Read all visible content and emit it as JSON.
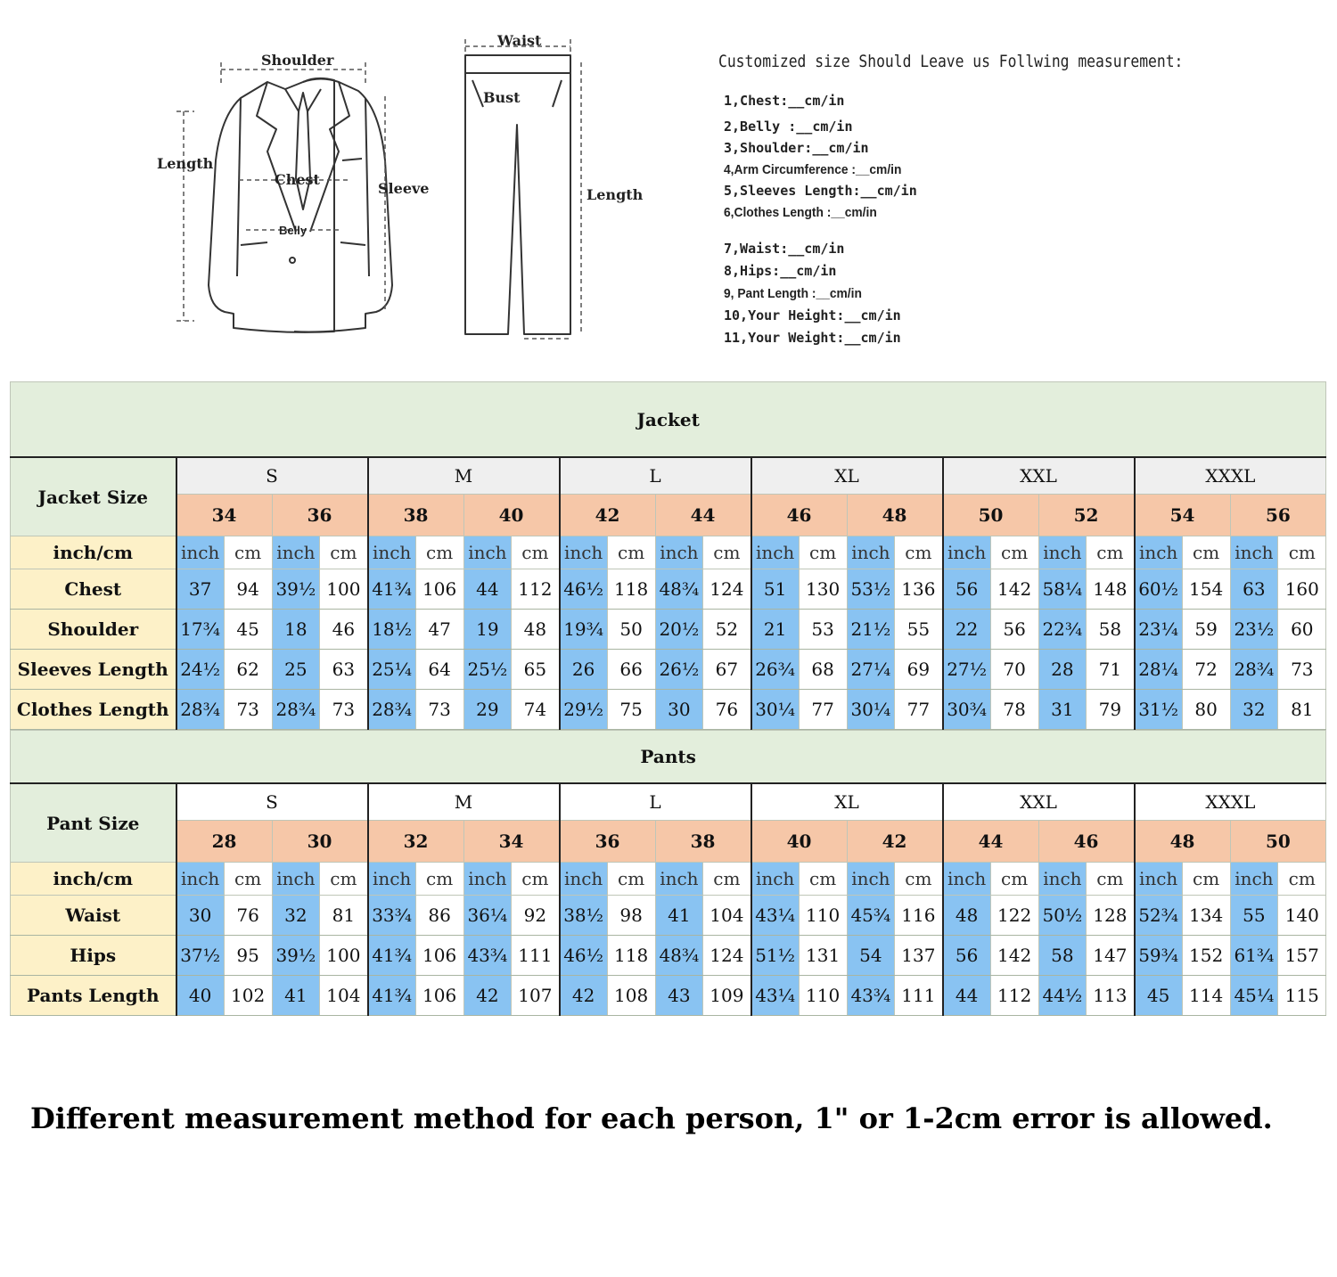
{
  "diagram": {
    "jacket_labels": {
      "shoulder": "Shoulder",
      "length": "Length",
      "sleeve": "Sleeve",
      "chest": "Chest",
      "belly": "Belly"
    },
    "pants_labels": {
      "waist": "Waist",
      "bust": "Bust",
      "length": "Length"
    }
  },
  "custom": {
    "heading": "Customized size Should Leave us Follwing measurement:",
    "items": [
      "1,Chest:__cm/in",
      "2,Belly :__cm/in",
      "3,Shoulder:__cm/in",
      "4,Arm Circumference :__cm/in",
      "5,Sleeves Length:__cm/in",
      "6,Clothes Length :__cm/in",
      "7,Waist:__cm/in",
      "8,Hips:__cm/in",
      "9, Pant Length :__cm/in",
      "10,Your Height:__cm/in",
      "11,Your Weight:__cm/in"
    ]
  },
  "jacket": {
    "title": "Jacket",
    "size_label": "Jacket Size",
    "groups": [
      "S",
      "M",
      "L",
      "XL",
      "XXL",
      "XXXL"
    ],
    "sizes": [
      "34",
      "36",
      "38",
      "40",
      "42",
      "44",
      "46",
      "48",
      "50",
      "52",
      "54",
      "56"
    ],
    "unit_label": "inch/cm",
    "unit_inch": "inch",
    "unit_cm": "cm",
    "rows": [
      {
        "label": "Chest",
        "values": [
          "37",
          "94",
          "39½",
          "100",
          "41¾",
          "106",
          "44",
          "112",
          "46½",
          "118",
          "48¾",
          "124",
          "51",
          "130",
          "53½",
          "136",
          "56",
          "142",
          "58¼",
          "148",
          "60½",
          "154",
          "63",
          "160"
        ]
      },
      {
        "label": "Shoulder",
        "values": [
          "17¾",
          "45",
          "18",
          "46",
          "18½",
          "47",
          "19",
          "48",
          "19¾",
          "50",
          "20½",
          "52",
          "21",
          "53",
          "21½",
          "55",
          "22",
          "56",
          "22¾",
          "58",
          "23¼",
          "59",
          "23½",
          "60"
        ]
      },
      {
        "label": "Sleeves Length",
        "values": [
          "24½",
          "62",
          "25",
          "63",
          "25¼",
          "64",
          "25½",
          "65",
          "26",
          "66",
          "26½",
          "67",
          "26¾",
          "68",
          "27¼",
          "69",
          "27½",
          "70",
          "28",
          "71",
          "28¼",
          "72",
          "28¾",
          "73"
        ]
      },
      {
        "label": "Clothes Length",
        "values": [
          "28¾",
          "73",
          "28¾",
          "73",
          "28¾",
          "73",
          "29",
          "74",
          "29½",
          "75",
          "30",
          "76",
          "30¼",
          "77",
          "30¼",
          "77",
          "30¾",
          "78",
          "31",
          "79",
          "31½",
          "80",
          "32",
          "81"
        ]
      }
    ]
  },
  "pants": {
    "title": "Pants",
    "size_label": "Pant Size",
    "groups": [
      "S",
      "M",
      "L",
      "XL",
      "XXL",
      "XXXL"
    ],
    "sizes": [
      "28",
      "30",
      "32",
      "34",
      "36",
      "38",
      "40",
      "42",
      "44",
      "46",
      "48",
      "50"
    ],
    "unit_label": "inch/cm",
    "unit_inch": "inch",
    "unit_cm": "cm",
    "rows": [
      {
        "label": "Waist",
        "values": [
          "30",
          "76",
          "32",
          "81",
          "33¾",
          "86",
          "36¼",
          "92",
          "38½",
          "98",
          "41",
          "104",
          "43¼",
          "110",
          "45¾",
          "116",
          "48",
          "122",
          "50½",
          "128",
          "52¾",
          "134",
          "55",
          "140"
        ]
      },
      {
        "label": "Hips",
        "values": [
          "37½",
          "95",
          "39½",
          "100",
          "41¾",
          "106",
          "43¾",
          "111",
          "46½",
          "118",
          "48¾",
          "124",
          "51½",
          "131",
          "54",
          "137",
          "56",
          "142",
          "58",
          "147",
          "59¾",
          "152",
          "61¾",
          "157"
        ]
      },
      {
        "label": "Pants Length",
        "values": [
          "40",
          "102",
          "41",
          "104",
          "41¾",
          "106",
          "42",
          "107",
          "42",
          "108",
          "43",
          "109",
          "43¼",
          "110",
          "43¾",
          "111",
          "44",
          "112",
          "44½",
          "113",
          "45",
          "114",
          "45¼",
          "115"
        ]
      }
    ]
  },
  "note": "Different measurement method for each person,  1\" or 1-2cm error is allowed.",
  "colors": {
    "title_bg": "#e3eedc",
    "size_bg": "#f6c7a8",
    "label_bg": "#fdf1c8",
    "inch_bg": "#89c3f2",
    "group_bg": "#efefef"
  }
}
